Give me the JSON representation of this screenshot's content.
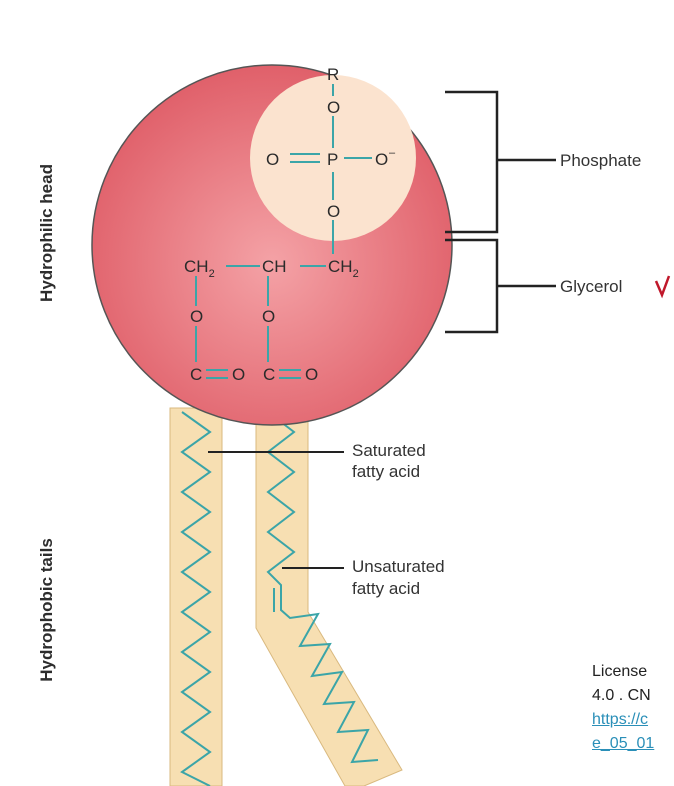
{
  "labels": {
    "hydrophilic_head": "Hydrophilic head",
    "hydrophobic_tails": "Hydrophobic tails",
    "phosphate": "Phosphate",
    "glycerol": "Glycerol",
    "saturated_line1": "Saturated",
    "saturated_line2": "fatty acid",
    "unsaturated_line1": "Unsaturated",
    "unsaturated_line2": "fatty acid"
  },
  "chemistry": {
    "r": "R",
    "o_top": "O",
    "phos_o_left": "O",
    "phos_p": "P",
    "phos_o_right": "O",
    "phos_charge": "–",
    "o_bottom": "O",
    "ch2_left": "CH",
    "ch2_left_sub": "2",
    "ch_mid": "CH",
    "ch2_right": "CH",
    "ch2_right_sub": "2",
    "ester_o_left": "O",
    "ester_o_right": "O",
    "carbonyl_left_c": "C",
    "carbonyl_left_o": "O",
    "carbonyl_right_c": "C",
    "carbonyl_right_o": "O"
  },
  "license": {
    "line1": "License",
    "line2": "4.0 . CN",
    "link1": "https://c",
    "link2": "e_05_01"
  },
  "colors": {
    "head_fill": "#e36b73",
    "phosphate_fill": "#fbe3cf",
    "tail_fill": "#f7dfb2",
    "bond": "#3ba5a8",
    "bracket": "#222222",
    "cut_mark": "#c0182b"
  }
}
